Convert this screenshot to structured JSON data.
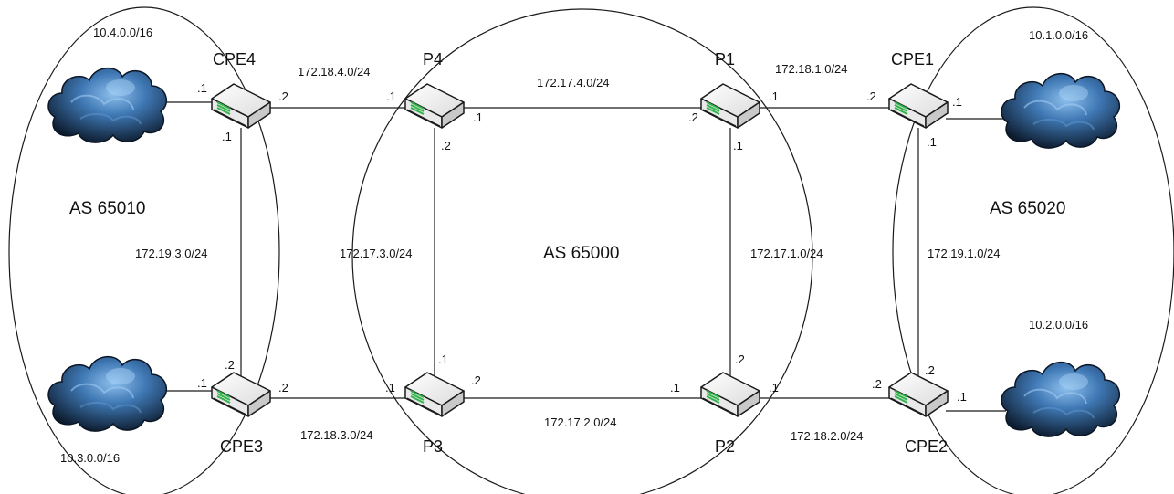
{
  "autonomous_systems": {
    "left": "AS 65010",
    "center": "AS 65000",
    "right": "AS 65020"
  },
  "routers": {
    "cpe4": "CPE4",
    "cpe3": "CPE3",
    "p4": "P4",
    "p3": "P3",
    "p1": "P1",
    "p2": "P2",
    "cpe1": "CPE1",
    "cpe2": "CPE2"
  },
  "customer_networks": {
    "cpe4_lan": "10.4.0.0/16",
    "cpe3_lan": "10.3.0.0/16",
    "cpe1_lan": "10.1.0.0/16",
    "cpe2_lan": "10.2.0.0/16"
  },
  "link_subnets": {
    "cpe4_p4": "172.18.4.0/24",
    "cpe3_p3": "172.18.3.0/24",
    "cpe4_cpe3": "172.19.3.0/24",
    "p4_p1": "172.17.4.0/24",
    "p3_p2": "172.17.2.0/24",
    "p4_p3": "172.17.3.0/24",
    "p1_p2": "172.17.1.0/24",
    "p1_cpe1": "172.18.1.0/24",
    "p2_cpe2": "172.18.2.0/24",
    "cpe1_cpe2": "172.19.1.0/24"
  },
  "interfaces": {
    "cpe4_lan": ".1",
    "cpe4_to_p4": ".2",
    "cpe4_to_cpe3": ".1",
    "cpe3_lan": ".1",
    "cpe3_to_cpe4": ".2",
    "cpe3_to_p3": ".2",
    "p4_to_cpe4": ".1",
    "p4_to_p1": ".1",
    "p4_to_p3": ".2",
    "p3_to_cpe3": ".1",
    "p3_to_p4": ".1",
    "p3_to_p2": ".2",
    "p1_to_p4": ".2",
    "p1_to_cpe1": ".1",
    "p1_to_p2": ".1",
    "p2_to_p3": ".1",
    "p2_to_cpe2": ".1",
    "p2_to_p1": ".2",
    "cpe1_to_p1": ".2",
    "cpe1_lan": ".1",
    "cpe1_to_cpe2": ".1",
    "cpe2_to_p2": ".2",
    "cpe2_to_cpe1": ".2",
    "cpe2_lan": ".1"
  },
  "colors": {
    "line": "#1a1a1a",
    "cloud_light": "#7fb0e6",
    "cloud_dark": "#0b1a2c",
    "router_body": "#f2f2f2",
    "router_accent": "#2fb34a"
  },
  "icons": {
    "cloud": "network-cloud-icon",
    "router": "router-icon"
  }
}
